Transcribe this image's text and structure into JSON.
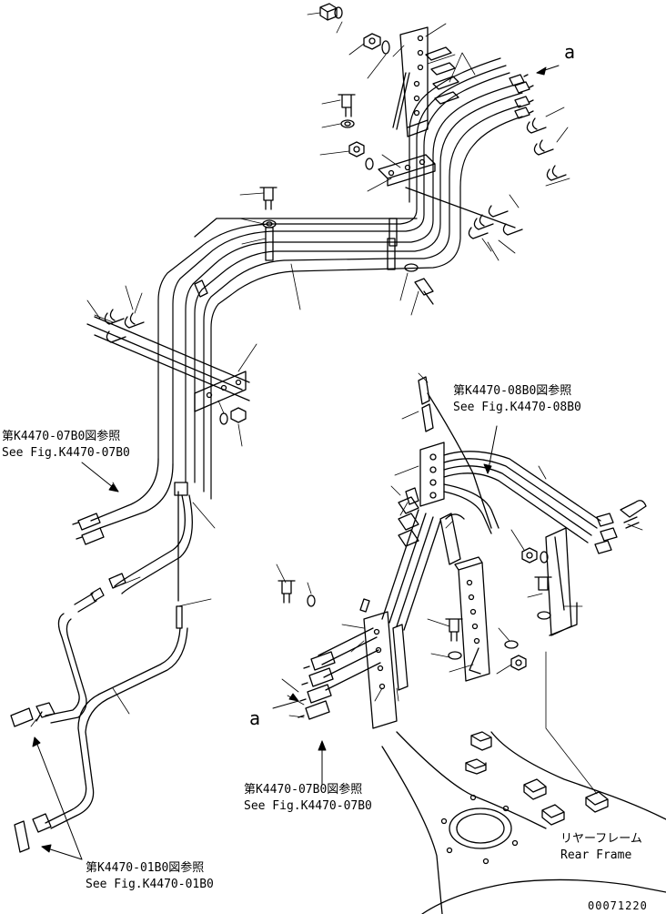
{
  "labels": {
    "callout_a_top": "a",
    "callout_a_bottom": "a",
    "ref_0780_left_jp": "第K4470-07B0図参照",
    "ref_0780_left_en": "See Fig.K4470-07B0",
    "ref_08b0_jp": "第K4470-08B0図参照",
    "ref_08b0_en": "See Fig.K4470-08B0",
    "ref_07b0_bottom_jp": "第K4470-07B0図参照",
    "ref_07b0_bottom_en": "See Fig.K4470-07B0",
    "ref_01b0_jp": "第K4470-01B0図参照",
    "ref_01b0_en": "See Fig.K4470-01B0",
    "rear_frame_jp": "リヤーフレーム",
    "rear_frame_en": "Rear Frame",
    "drawing_number": "00071220"
  },
  "colors": {
    "ink": "#000000",
    "paper": "#ffffff"
  }
}
